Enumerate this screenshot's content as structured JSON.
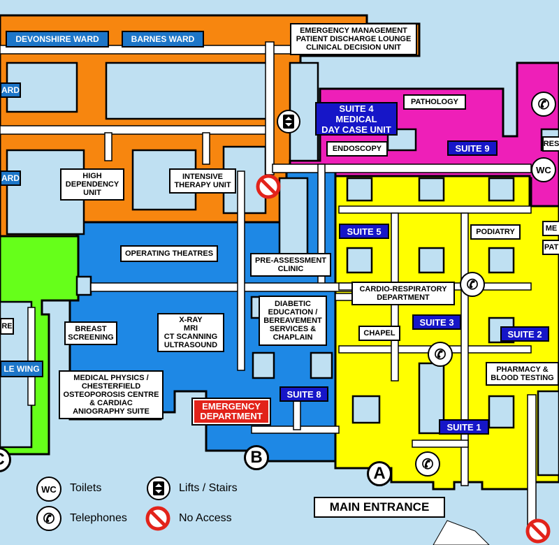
{
  "labels": {
    "devonshire_ward": "DEVONSHIRE WARD",
    "barnes_ward": "BARNES WARD",
    "ward_partial_1": "ARD",
    "ward_partial_2": "ARD",
    "emergency_management": "EMERGENCY MANAGEMENT\nPATIENT DISCHARGE LOUNGE\nCLINICAL DECISION UNIT",
    "pathology": "PATHOLOGY",
    "suite4": "SUITE 4\nMEDICAL\nDAY CASE UNIT",
    "endoscopy": "ENDOSCOPY",
    "suite9": "SUITE 9",
    "res_partial": "RES",
    "high_dependency": "HIGH\nDEPENDENCY\nUNIT",
    "intensive_therapy": "INTENSIVE\nTHERAPY UNIT",
    "suite5": "SUITE 5",
    "podiatry": "PODIATRY",
    "me_partial": "ME",
    "pat_partial": "PAT",
    "operating_theatres": "OPERATING THEATRES",
    "pre_assessment": "PRE-ASSESSMENT\nCLINIC",
    "cardio_respiratory": "CARDIO-RESPIRATORY\nDEPARTMENT",
    "re_partial": "RE",
    "breast_screening": "BREAST\nSCREENING",
    "xray": "X-RAY\nMRI\nCT SCANNING\nULTRASOUND",
    "diabetic": "DIABETIC\nEDUCATION /\nBEREAVEMENT\nSERVICES &\nCHAPLAIN",
    "chapel": "CHAPEL",
    "suite3": "SUITE 3",
    "suite2": "SUITE 2",
    "wing_partial": "LE WING",
    "medical_physics": "MEDICAL PHYSICS /\nCHESTERFIELD\nOSTEOPOROSIS CENTRE\n& CARDIAC\nANIOGRAPHY SUITE",
    "suite8": "SUITE 8",
    "pharmacy": "PHARMACY &\nBLOOD TESTING",
    "emergency_department": "EMERGENCY\nDEPARTMENT",
    "suite1": "SUITE 1",
    "c_partial": "C",
    "entrance_b": "B",
    "entrance_a": "A",
    "main_entrance": "MAIN ENTRANCE",
    "wc": "WC"
  },
  "legend": {
    "toilets": "Toilets",
    "telephones": "Telephones",
    "lifts_stairs": "Lifts / Stairs",
    "no_access": "No Access",
    "wc_symbol": "WC"
  },
  "colors": {
    "water": "#bfe0f2",
    "orange_zone": "#f7860f",
    "magenta_zone": "#ee1fb8",
    "yellow_zone": "#ffff00",
    "blue_zone": "#1e88e5",
    "green_zone": "#66ff1a",
    "room_fill": "#bfe0f2",
    "corridor": "#ffffff",
    "suite_badge": "#1616c8",
    "ward_badge": "#1d76c8",
    "emergency_badge": "#e2231a"
  },
  "icons": [
    "telephone-icon",
    "toilet-icon",
    "lift-stairs-icon",
    "no-access-icon"
  ]
}
